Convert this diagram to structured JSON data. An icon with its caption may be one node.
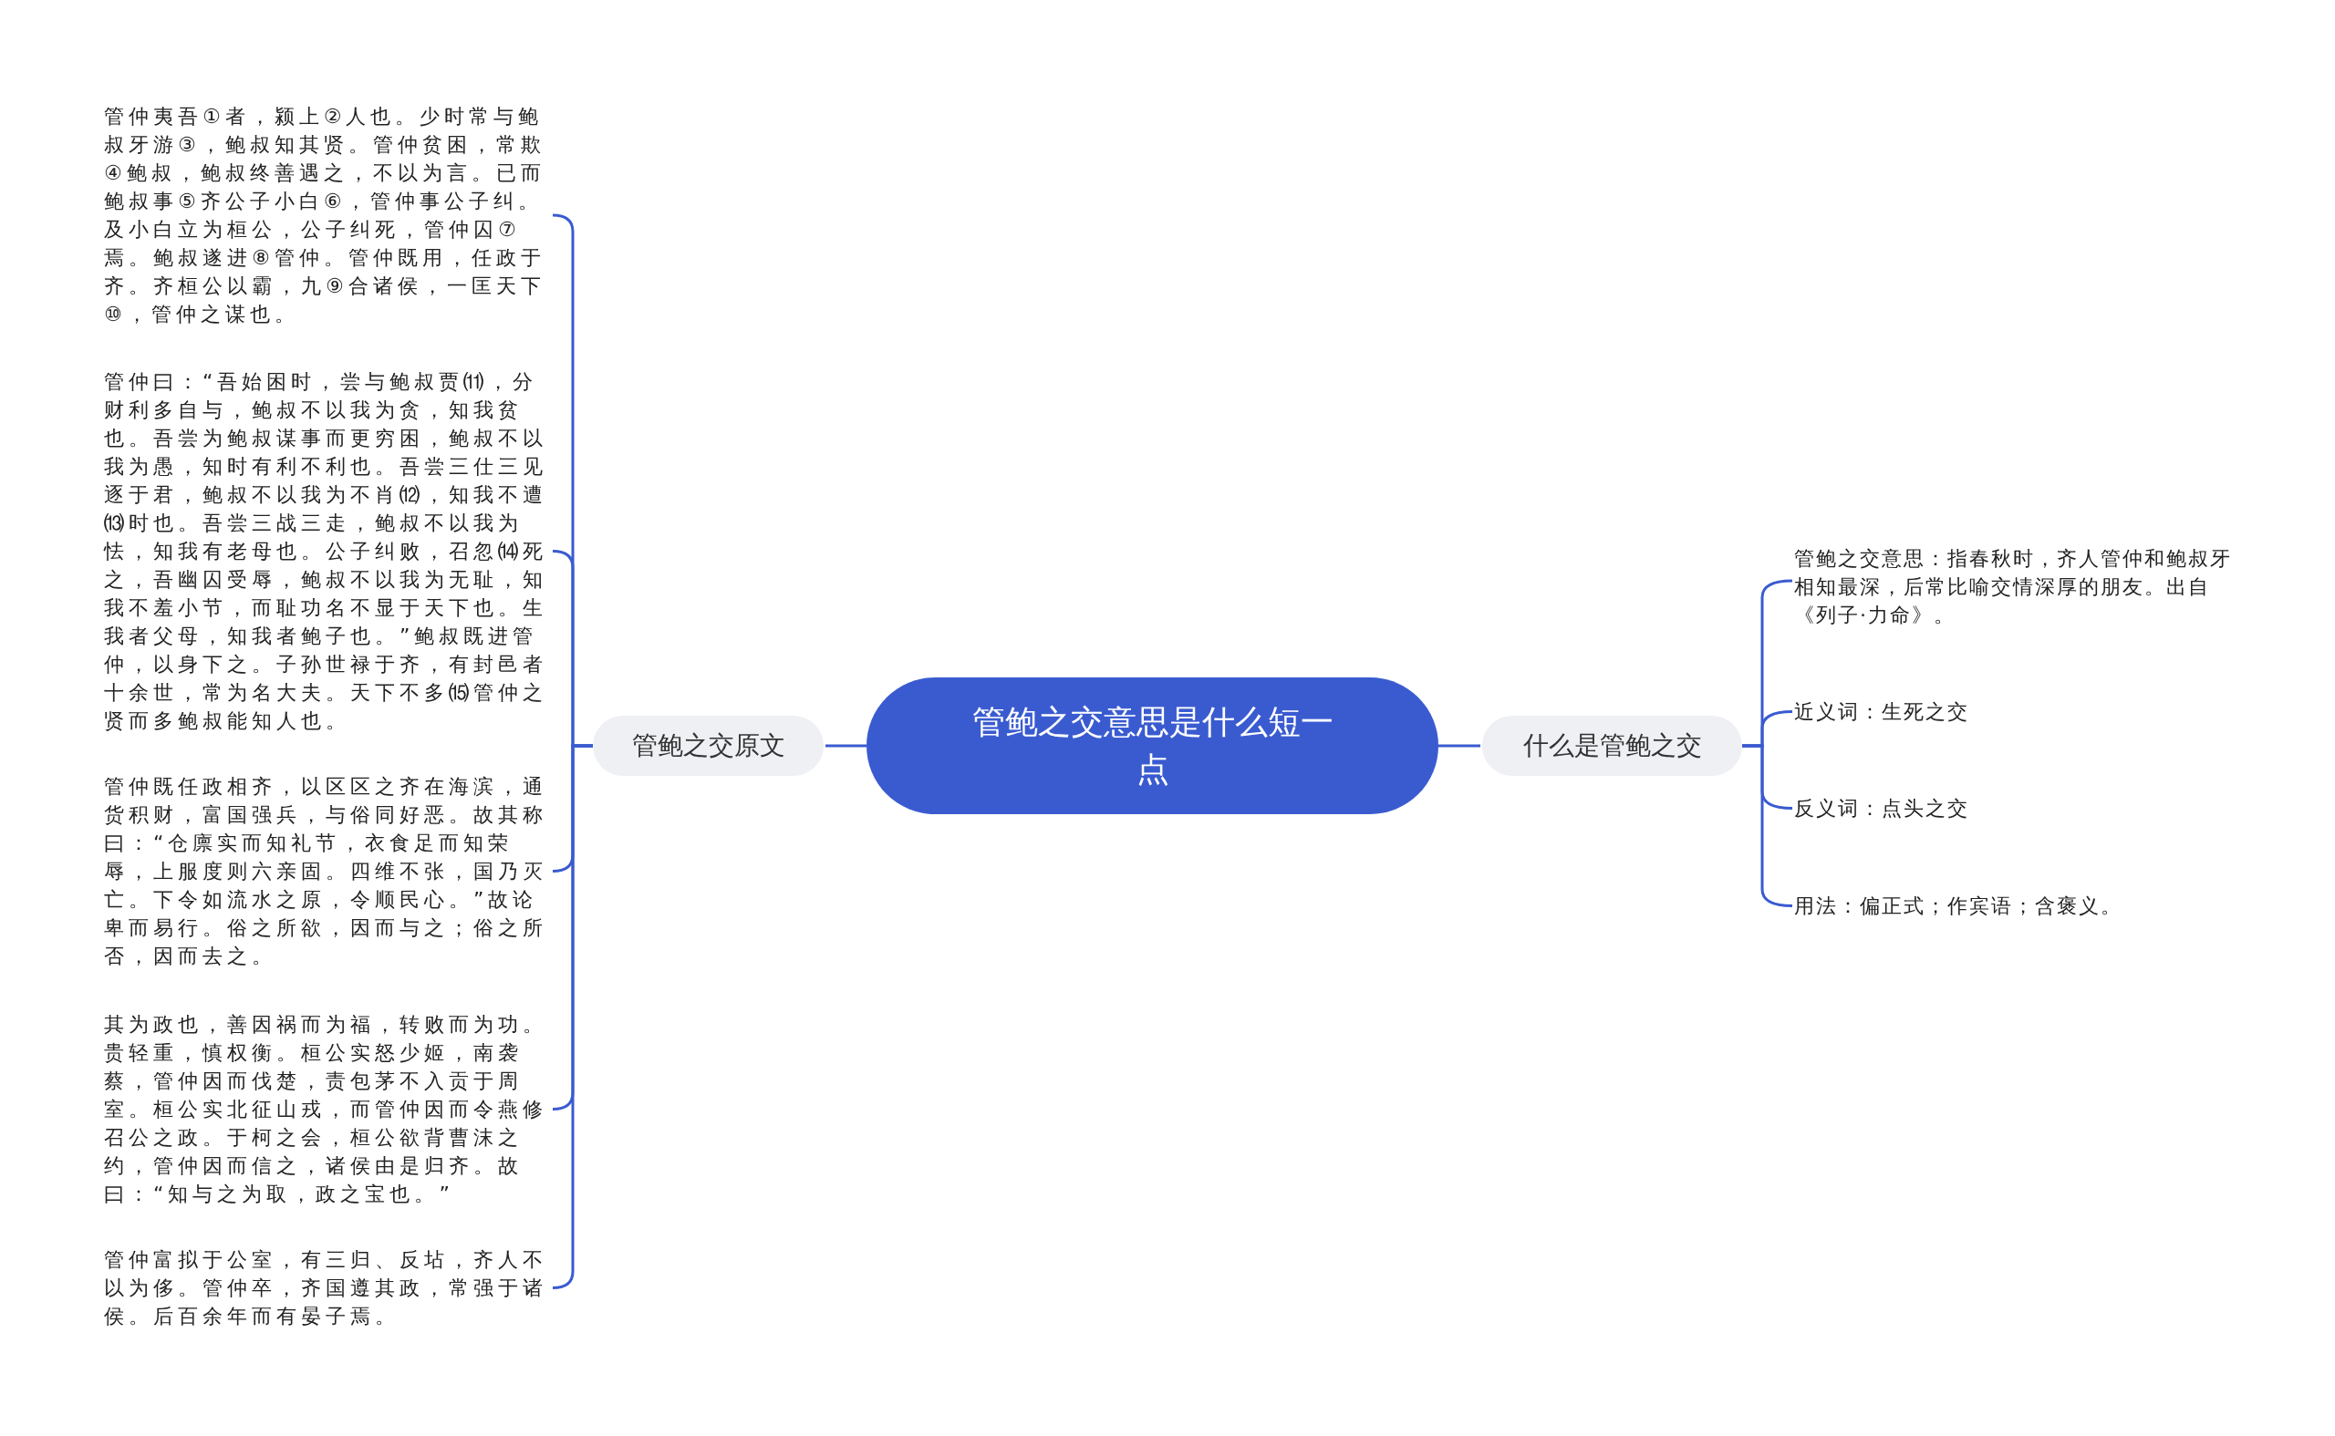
{
  "diagram": {
    "nodes": [
      {
        "text": [
          "管鲍之交意思是什么短一点"
        ]
      },
      {
        "text": [
          "管鲍之交原文"
        ]
      },
      {
        "text": [
          "管仲夷吾①者，颍上②人也。少时常与鲍叔牙游③，鲍叔知其贤。管仲贫困，常欺④鲍叔，鲍叔终善遇之，不以为言。已而鲍叔事⑤齐公子小白⑥，管仲事公子纠。及小白立为桓公，公子纠死，管仲囚⑦焉。鲍叔遂进⑧管仲。管仲既用，任政于齐。齐桓公以霸，九⑨合诸侯，一匡天下⑩，管仲之谋也。"
        ]
      },
      {
        "text": [
          "管仲曰：“吾始困时，尝与鲍叔贾⑾，分财利多自与，鲍叔不以我为贪，知我贫也。吾尝为鲍叔谋事而更穷困，鲍叔不以我为愚，知时有利不利也。吾尝三仕三见逐于君，鲍叔不以我为不肖⑿，知我不遭⒀时也。吾尝三战三走，鲍叔不以我为怯，知我有老母也。公子纠败，召忽⒁死之，吾幽囚受辱，鲍叔不以我为无耻，知我不羞小节，而耻功名不显于天下也。生我者父母，知我者鲍子也。”鲍叔既进管仲，以身下之。子孙世禄于齐，有封邑者十余世，常为名大夫。天下不多⒂管仲之贤而多鲍叔能知人也。"
        ]
      },
      {
        "text": [
          "管仲既任政相齐，以区区之齐在海滨，通货积财，富国强兵，与俗同好恶。故其称曰：“仓廪实而知礼节，衣食足而知荣辱，上服度则六亲固。四维不张，国乃灭亡。下令如流水之原，令顺民心。”故论卑而易行。俗之所欲，因而与之；俗之所否，因而去之。"
        ]
      },
      {
        "text": [
          "其为政也，善因祸而为福，转败而为功。贵轻重，慎权衡。桓公实怒少姬，南袭蔡，管仲因而伐楚，责包茅不入贡于周室。桓公实北征山戎，而管仲因而令燕修召公之政。于柯之会，桓公欲背曹沫之约，管仲因而信之，诸侯由是归齐。故曰：“知与之为取，政之宝也。”"
        ]
      },
      {
        "text": [
          "管仲富拟于公室，有三归、反坫，齐人不以为侈。管仲卒，齐国遵其政，常强于诸侯。后百余年而有晏子焉。"
        ]
      },
      {
        "text": [
          "什么是管鲍之交"
        ]
      },
      {
        "text": [
          "管鲍之交意思：指春秋时，齐人管仲和鲍叔牙相知最深，后常比喻交情深厚的朋友。出自《列子·力命》。"
        ]
      },
      {
        "text": [
          "近义词：生死之交"
        ]
      },
      {
        "text": [
          "反义词：点头之交"
        ]
      },
      {
        "text": [
          "用法：偏正式；作宾语；含褒义。"
        ]
      }
    ],
    "edges": [
      {
        "from": 0,
        "to": 1,
        "arrow": "none"
      },
      {
        "from": 1,
        "to": 2,
        "arrow": "none"
      },
      {
        "from": 1,
        "to": 3,
        "arrow": "none"
      },
      {
        "from": 1,
        "to": 4,
        "arrow": "none"
      },
      {
        "from": 1,
        "to": 5,
        "arrow": "none"
      },
      {
        "from": 1,
        "to": 6,
        "arrow": "none"
      },
      {
        "from": 0,
        "to": 7,
        "arrow": "none"
      },
      {
        "from": 7,
        "to": 8,
        "arrow": "none"
      },
      {
        "from": 7,
        "to": 9,
        "arrow": "none"
      },
      {
        "from": 7,
        "to": 10,
        "arrow": "none"
      },
      {
        "from": 7,
        "to": 11,
        "arrow": "none"
      }
    ]
  }
}
